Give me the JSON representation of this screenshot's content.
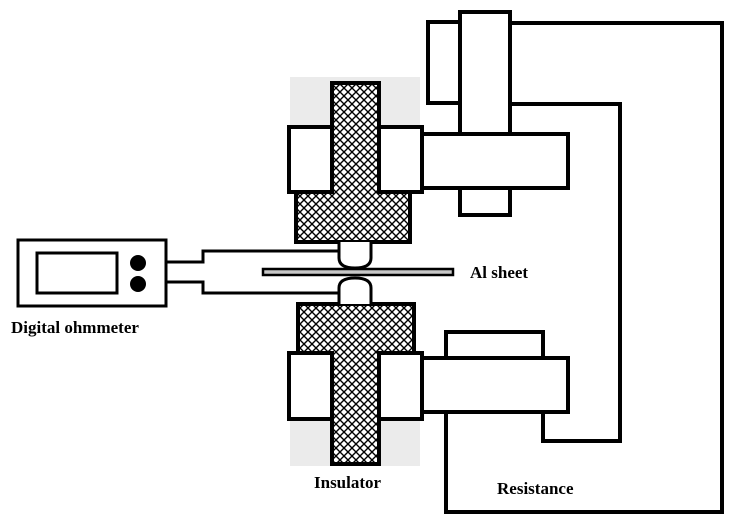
{
  "labels": {
    "ohmmeter": "Digital ohmmeter",
    "sheet": "Al sheet",
    "insulator": "Insulator",
    "resistance": "Resistance"
  },
  "colors": {
    "line": "#000000",
    "shade": "#ebebeb",
    "sheet_fill": "#c8c8c8",
    "background": "#ffffff"
  }
}
